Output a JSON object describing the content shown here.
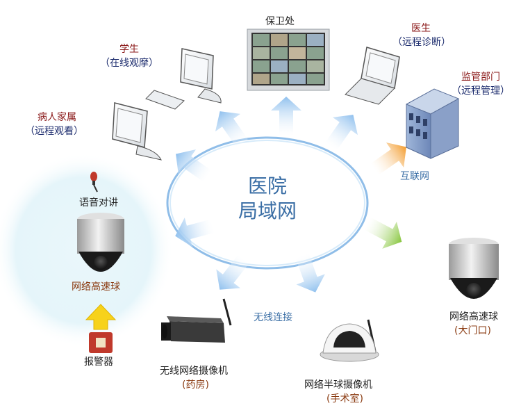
{
  "hub": {
    "line1": "医院",
    "line2": "局域网"
  },
  "nodes": {
    "security": {
      "name": "保卫处"
    },
    "student": {
      "name": "学生",
      "sub": "（在线观摩）"
    },
    "doctor": {
      "name": "医生",
      "sub": "（远程诊断）"
    },
    "family": {
      "name": "病人家属",
      "sub": "（远程观看）"
    },
    "supervision": {
      "name": "监管部门",
      "sub": "（远程管理）"
    },
    "internet": {
      "name": "互联网"
    },
    "intercom": {
      "name": "语音对讲"
    },
    "speed_dome_left": {
      "name": "网络高速球"
    },
    "alarm": {
      "name": "报警器"
    },
    "wireless_camera": {
      "name": "无线网络摄像机",
      "sub": "(药房)"
    },
    "wireless_link": {
      "name": "无线连接"
    },
    "half_dome": {
      "name": "网络半球摄像机",
      "sub": "(手术室)"
    },
    "speed_dome_right": {
      "name": "网络高速球",
      "sub": "(大门口)"
    }
  },
  "colors": {
    "hub_ring": "#8fbde8",
    "arrow_blue": "#a8cff0",
    "arrow_orange": "#f3a33a",
    "arrow_green": "#8cc63f",
    "arrow_yellow": "#f7d21b",
    "text_blue": "#3a6ea5"
  }
}
